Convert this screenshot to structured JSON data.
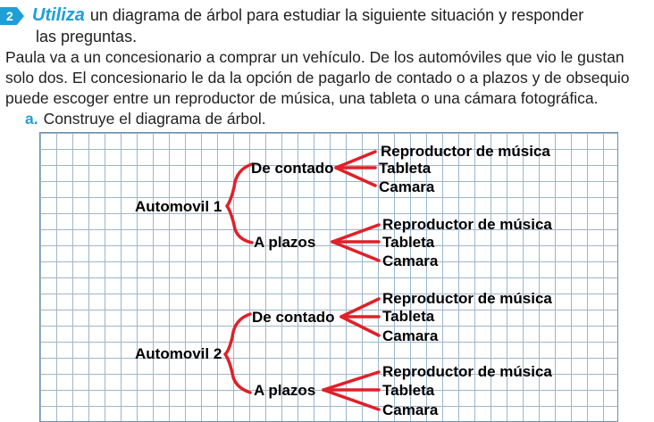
{
  "exercise": {
    "number": "2",
    "verb": "Utiliza",
    "instruction_line1": "un diagrama de árbol para estudiar la siguiente situación y responder",
    "instruction_line2": "las preguntas."
  },
  "paragraph": [
    "Paula va a un concesionario a comprar un vehículo. De los automóviles que vio le gustan",
    "solo dos. El concesionario le da la opción de pagarlo de contado o a plazos y de obsequio",
    "puede escoger entre un reproductor de música, una tableta o una cámara fotográfica."
  ],
  "subquestion": {
    "letter": "a.",
    "text": "Construye el diagrama de árbol."
  },
  "tree": {
    "roots": [
      {
        "label": "Automovil 1",
        "branches": [
          {
            "label": "De contado",
            "leaves": [
              "Reproductor de música",
              "Tableta",
              "Camara"
            ]
          },
          {
            "label": "A plazos",
            "leaves": [
              "Reproductor de música",
              "Tableta",
              "Camara"
            ]
          }
        ]
      },
      {
        "label": "Automovil 2",
        "branches": [
          {
            "label": "De contado",
            "leaves": [
              "Reproductor de música",
              "Tableta",
              "Camara"
            ]
          },
          {
            "label": "A plazos",
            "leaves": [
              "Reproductor de música",
              "Tableta",
              "Camara"
            ]
          }
        ]
      }
    ]
  },
  "colors": {
    "accent": "#1f9fd8",
    "tree_lines": "#e0202a",
    "grid": "#9eb6cc"
  }
}
